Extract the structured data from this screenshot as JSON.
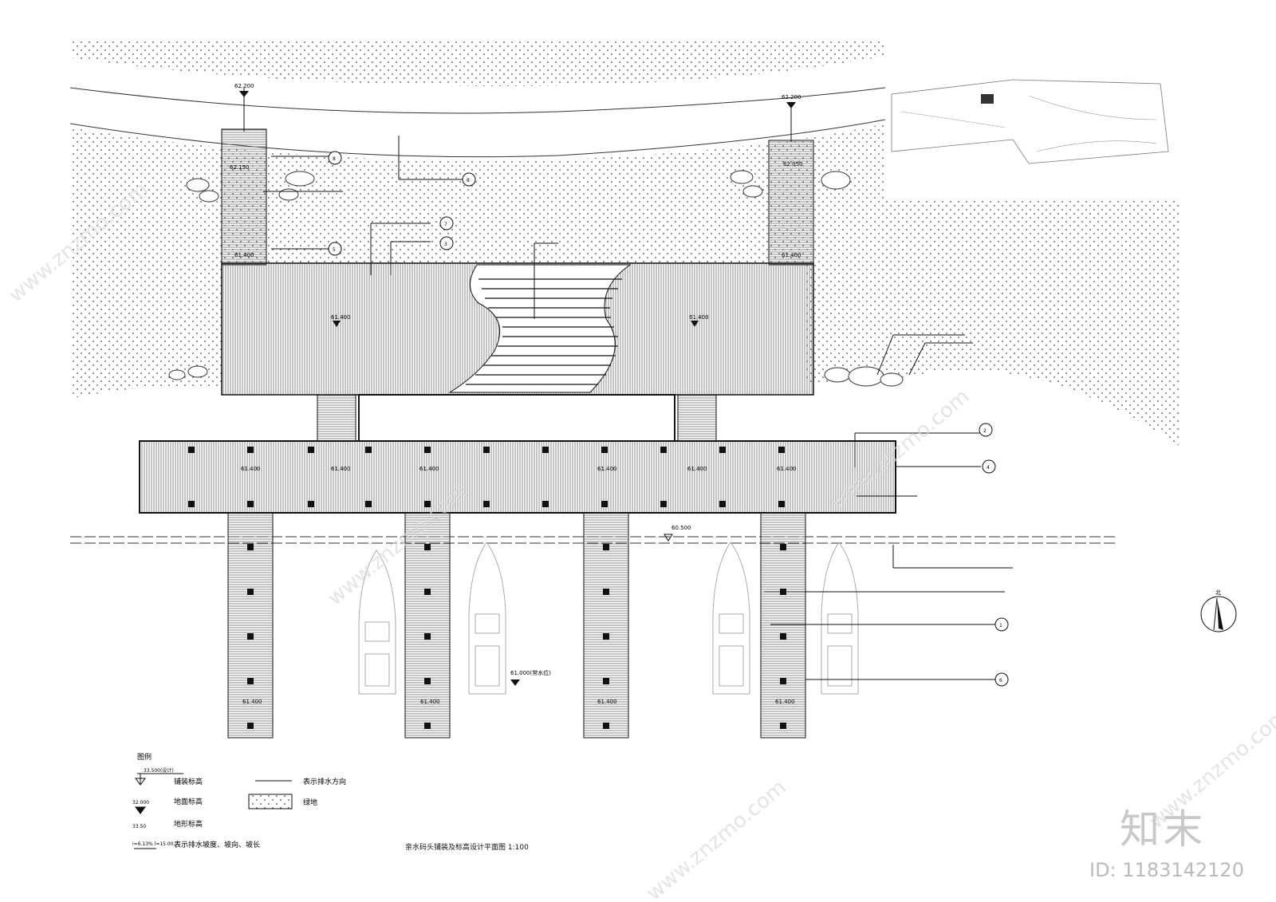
{
  "elevations": {
    "top_left": "62.200",
    "top_right": "62.200",
    "path_left": "62.150",
    "path_right": "62.050",
    "platform_left_corner": "61.400",
    "platform_right_corner": "61.400",
    "platform_mid_left": "61.400",
    "platform_mid_right": "61.400",
    "pier_deck": [
      "61.400",
      "61.400",
      "61.400",
      "61.400",
      "61.400",
      "61.400"
    ],
    "water_level": "60.500",
    "fingers": [
      "61.400",
      "61.400",
      "61.400",
      "61.400"
    ],
    "water_note": "61.000(常水位)"
  },
  "callouts": {
    "right_1": "2",
    "right_2": "4",
    "right_3": "1",
    "right_4": "6",
    "top_1": "8",
    "top_2": "8",
    "top_3": "7",
    "top_4": "5",
    "top_5": "3"
  },
  "legend": {
    "title": "图例",
    "items": [
      {
        "symbol": "33.500(设计)",
        "label": "铺装标高"
      },
      {
        "symbol": "32.000",
        "label": "地面标高"
      },
      {
        "symbol": "33.50",
        "label": "地形标高"
      },
      {
        "symbol": "i=6.13%\nl=15.00",
        "label": "表示排水坡度、坡向、坡长"
      }
    ],
    "line_label": "表示排水方向",
    "hatch_label": "绿地"
  },
  "drawing_title": "亲水码头铺装及标高设计平面图 1:100",
  "north_label": "北",
  "watermark": {
    "brand": "知末",
    "id": "ID: 1183142120",
    "text": "www.znzmo.com"
  }
}
